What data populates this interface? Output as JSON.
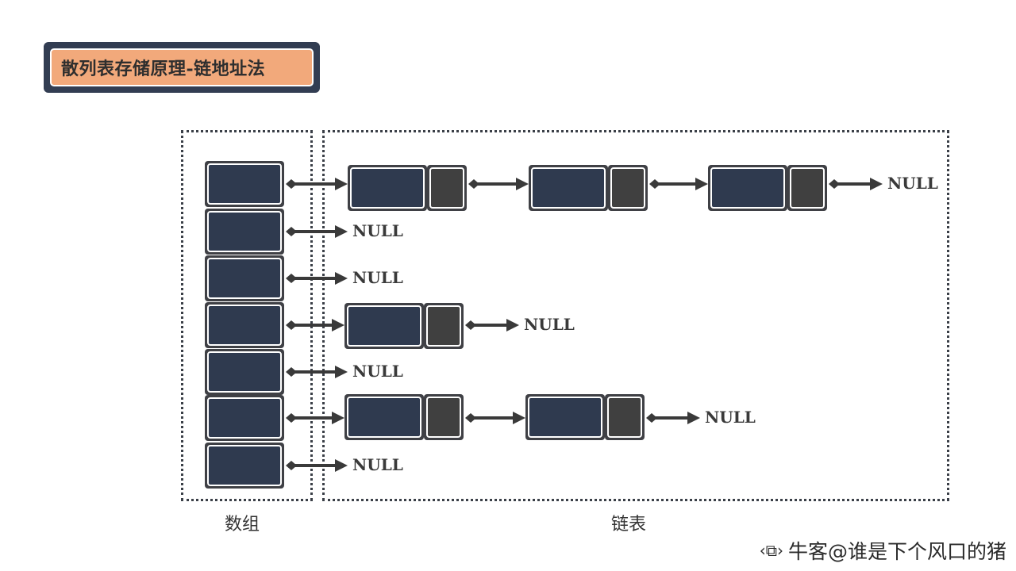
{
  "title": "散列表存储原理-链地址法",
  "labels": {
    "array": "数组",
    "linked_list": "链表",
    "null": "NULL"
  },
  "rows": [
    {
      "nodes": 3
    },
    {
      "nodes": 0
    },
    {
      "nodes": 0
    },
    {
      "nodes": 1
    },
    {
      "nodes": 0
    },
    {
      "nodes": 2
    },
    {
      "nodes": 0
    }
  ],
  "watermark": "牛客@谁是下个风口的猪",
  "colors": {
    "box_fill": "#2f3a4f",
    "pointer_fill": "#404040",
    "frame": "#3f4045",
    "arrow": "#3a3a3a",
    "title_bg": "#f2a97b",
    "title_frame": "#323d52"
  }
}
